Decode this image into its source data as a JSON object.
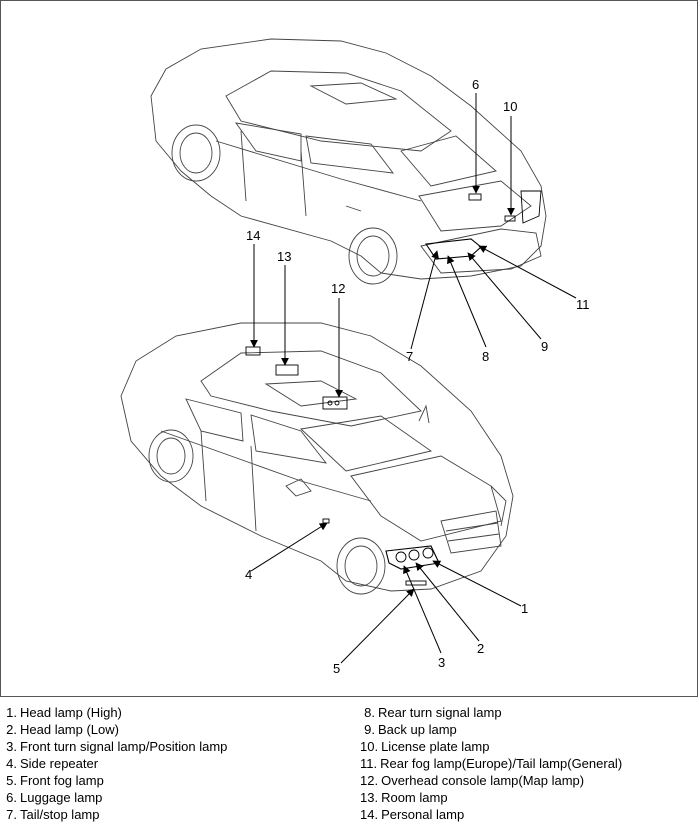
{
  "figure": {
    "callouts": [
      {
        "id": "1",
        "label": "1"
      },
      {
        "id": "2",
        "label": "2"
      },
      {
        "id": "3",
        "label": "3"
      },
      {
        "id": "4",
        "label": "4"
      },
      {
        "id": "5",
        "label": "5"
      },
      {
        "id": "6",
        "label": "6"
      },
      {
        "id": "7",
        "label": "7"
      },
      {
        "id": "8",
        "label": "8"
      },
      {
        "id": "9",
        "label": "9"
      },
      {
        "id": "10",
        "label": "10"
      },
      {
        "id": "11",
        "label": "11"
      },
      {
        "id": "12",
        "label": "12"
      },
      {
        "id": "13",
        "label": "13"
      },
      {
        "id": "14",
        "label": "14"
      }
    ]
  },
  "legend": {
    "left": [
      {
        "num": "1.",
        "text": "Head lamp (High)"
      },
      {
        "num": "2.",
        "text": "Head lamp (Low)"
      },
      {
        "num": "3.",
        "text": "Front turn signal lamp/Position lamp"
      },
      {
        "num": "4.",
        "text": "Side repeater"
      },
      {
        "num": "5.",
        "text": "Front fog lamp"
      },
      {
        "num": "6.",
        "text": "Luggage lamp"
      },
      {
        "num": "7.",
        "text": "Tail/stop lamp"
      }
    ],
    "right": [
      {
        "num": "8.",
        "text": "Rear turn signal lamp"
      },
      {
        "num": "9.",
        "text": "Back up lamp"
      },
      {
        "num": "10.",
        "text": "License plate lamp"
      },
      {
        "num": "11.",
        "text": "Rear fog lamp(Europe)/Tail lamp(General)"
      },
      {
        "num": "12.",
        "text": "Overhead console lamp(Map lamp)"
      },
      {
        "num": "13.",
        "text": "Room lamp"
      },
      {
        "num": "14.",
        "text": "Personal lamp"
      }
    ]
  }
}
